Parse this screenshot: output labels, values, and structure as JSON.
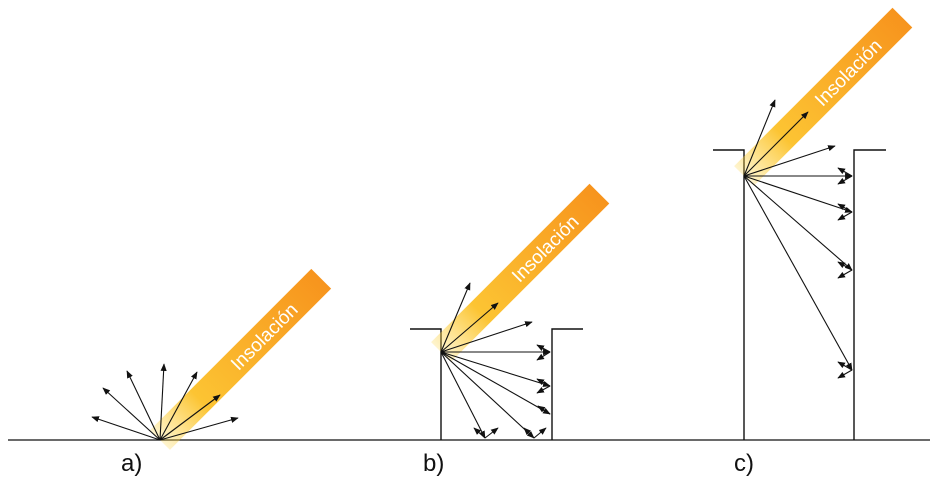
{
  "colors": {
    "beam_start": "#F7941D",
    "beam_end": "#FDD23A",
    "ink": "#111111",
    "label_text": "#ffffff"
  },
  "panels": [
    {
      "id": "a",
      "case_label": "a)",
      "beam_label": "Insolación"
    },
    {
      "id": "b",
      "case_label": "b)",
      "beam_label": "Insolación"
    },
    {
      "id": "c",
      "case_label": "c)",
      "beam_label": "Insolación"
    }
  ]
}
